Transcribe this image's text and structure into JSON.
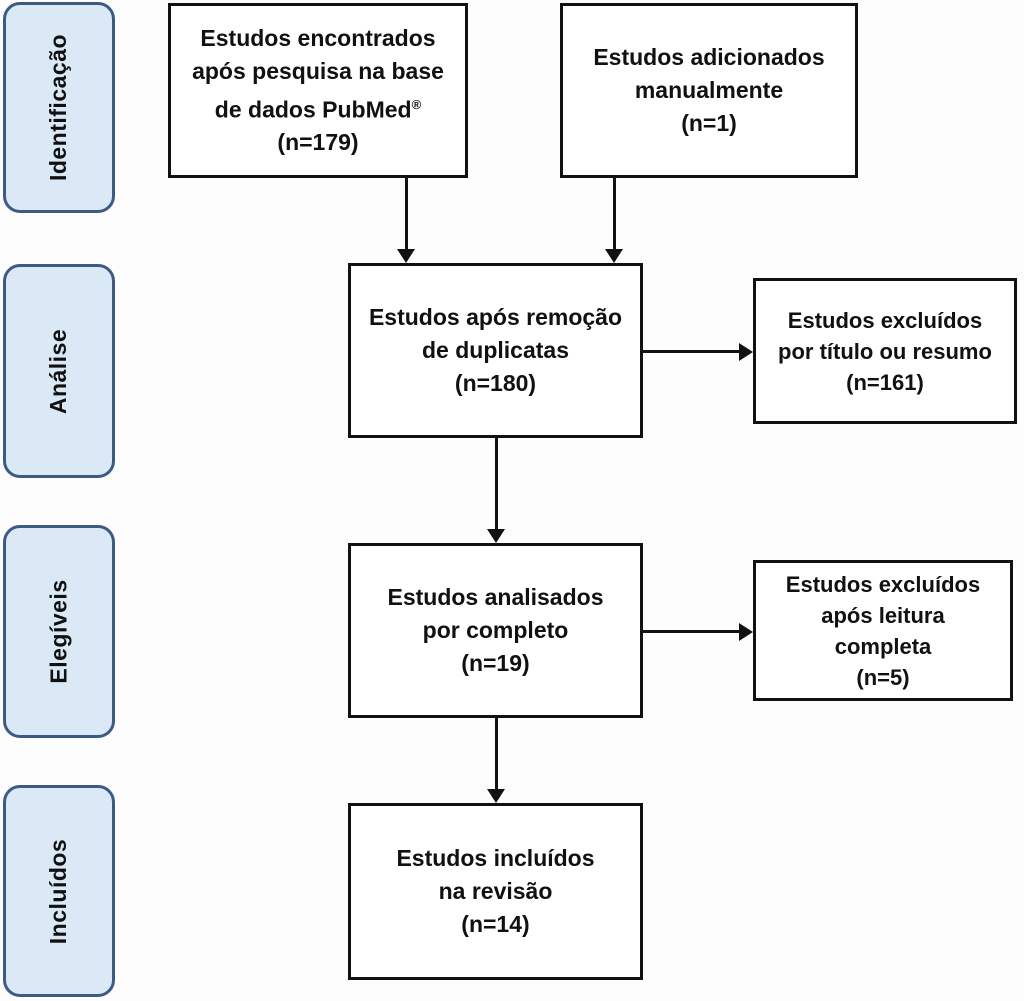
{
  "diagram": {
    "type": "prisma-flow",
    "language": "pt",
    "colors": {
      "stage_fill": "#dbe9f7",
      "stage_border": "#3d5a85",
      "box_border": "#111111",
      "arrow": "#111111",
      "text": "#111111",
      "background": "#fdfdfd"
    }
  },
  "sidebar": {
    "items": [
      {
        "label": "Identificação"
      },
      {
        "label": "Análise"
      },
      {
        "label": "Elegíveis"
      },
      {
        "label": "Incluídos"
      }
    ]
  },
  "flow": {
    "found": {
      "lines": [
        "Estudos encontrados",
        "após pesquisa na base"
      ],
      "pubmed_line": "de dados PubMed",
      "registered_mark": "®",
      "count": "(n=179)"
    },
    "manual": {
      "lines": [
        "Estudos adicionados",
        "manualmente",
        "(n=1)"
      ]
    },
    "dedup": {
      "lines": [
        "Estudos após remoção",
        "de duplicatas",
        "(n=180)"
      ]
    },
    "excluded_title": {
      "lines": [
        "Estudos excluídos",
        "por título ou resumo",
        "(n=161)"
      ]
    },
    "analyzed": {
      "lines": [
        "Estudos analisados",
        "por completo",
        "(n=19)"
      ]
    },
    "excluded_fulltext": {
      "lines": [
        "Estudos excluídos",
        "após leitura",
        "completa",
        "(n=5)"
      ]
    },
    "included": {
      "lines": [
        "Estudos incluídos",
        "na revisão",
        "(n=14)"
      ]
    }
  }
}
